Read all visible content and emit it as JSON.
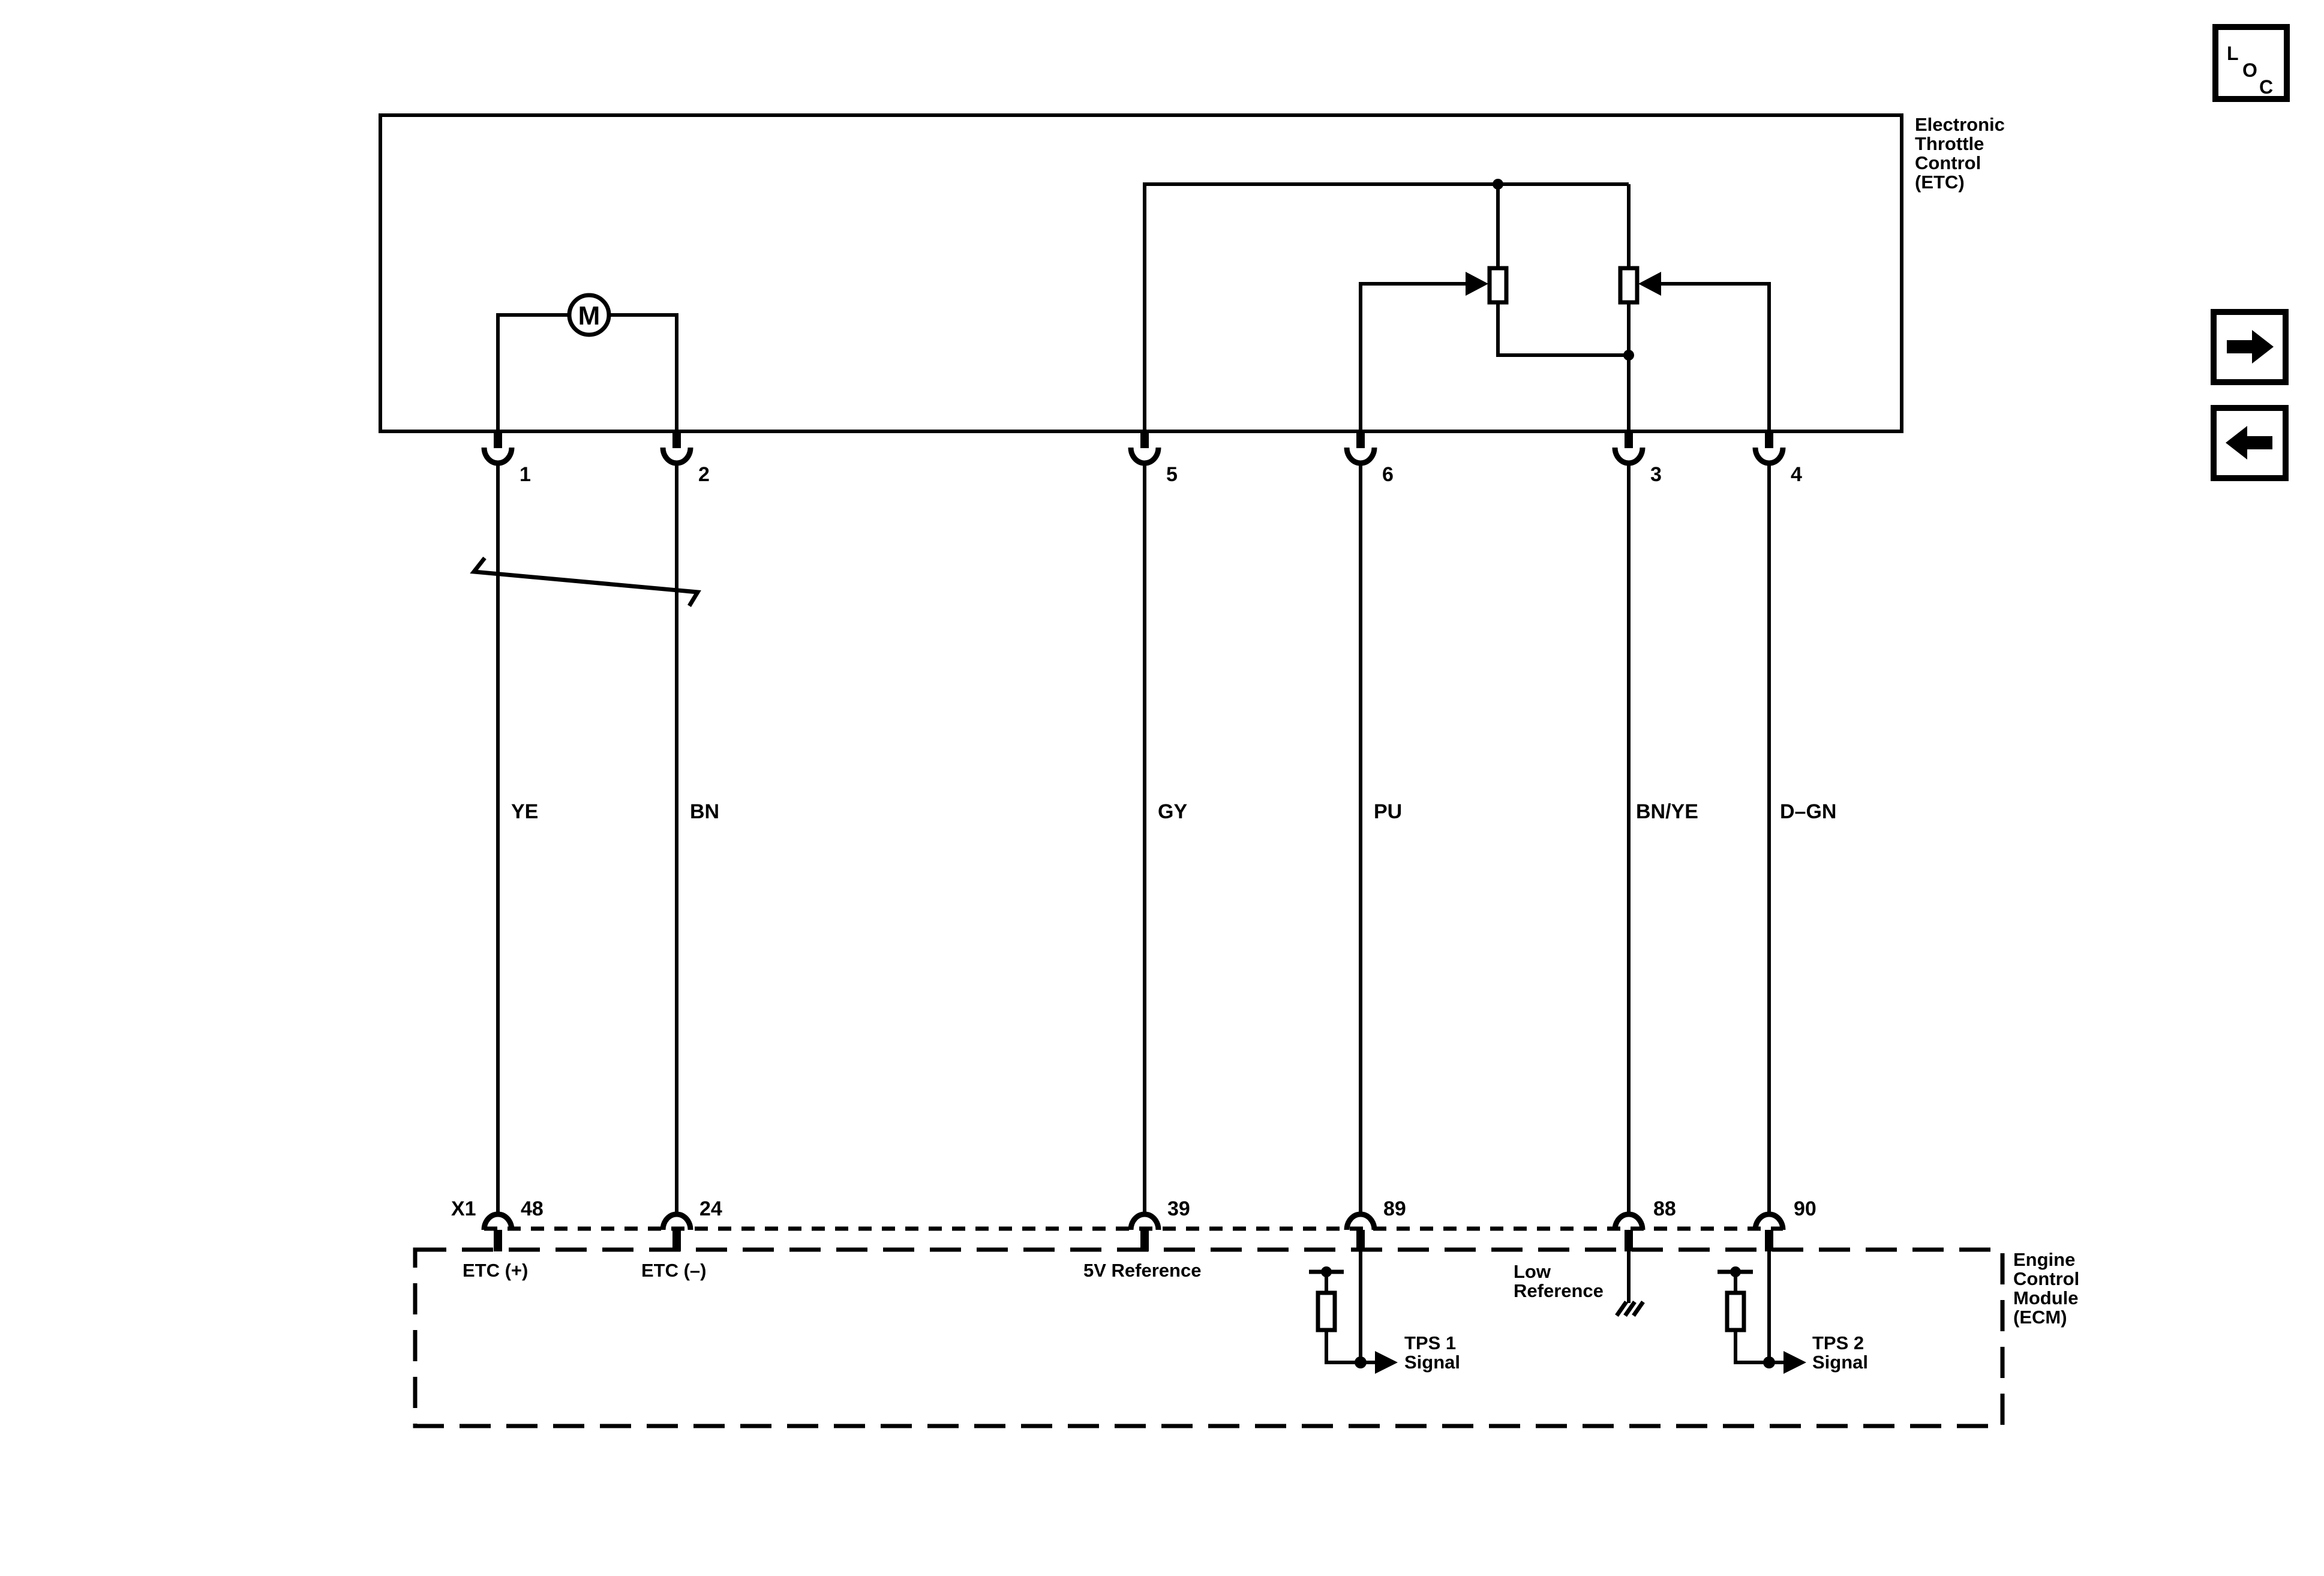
{
  "loc_badge": {
    "letters": [
      "L",
      "O",
      "C"
    ]
  },
  "nav": {
    "forward_icon": "right-arrow",
    "back_icon": "left-arrow"
  },
  "etc_module": {
    "name_lines": [
      "Electronic",
      "Throttle",
      "Control",
      "(ETC)"
    ],
    "motor_symbol": "M"
  },
  "ecm_module": {
    "name_lines": [
      "Engine",
      "Control",
      "Module",
      "(ECM)"
    ],
    "connector_label": "X1"
  },
  "wires": [
    {
      "etc_pin": "1",
      "color": "YE",
      "ecm_pin": "48",
      "label_lines": [
        "ETC (+)"
      ]
    },
    {
      "etc_pin": "2",
      "color": "BN",
      "ecm_pin": "24",
      "label_lines": [
        "ETC (–)"
      ]
    },
    {
      "etc_pin": "5",
      "color": "GY",
      "ecm_pin": "39",
      "label_lines": [
        "5V Reference"
      ]
    },
    {
      "etc_pin": "6",
      "color": "PU",
      "ecm_pin": "89",
      "label_lines": [
        "TPS 1",
        "Signal"
      ]
    },
    {
      "etc_pin": "3",
      "color": "BN/YE",
      "ecm_pin": "88",
      "label_lines": [
        "Low",
        "Reference"
      ]
    },
    {
      "etc_pin": "4",
      "color": "D–GN",
      "ecm_pin": "90",
      "label_lines": [
        "TPS 2",
        "Signal"
      ]
    }
  ],
  "colors": {
    "line": "#000000",
    "background": "#ffffff"
  }
}
